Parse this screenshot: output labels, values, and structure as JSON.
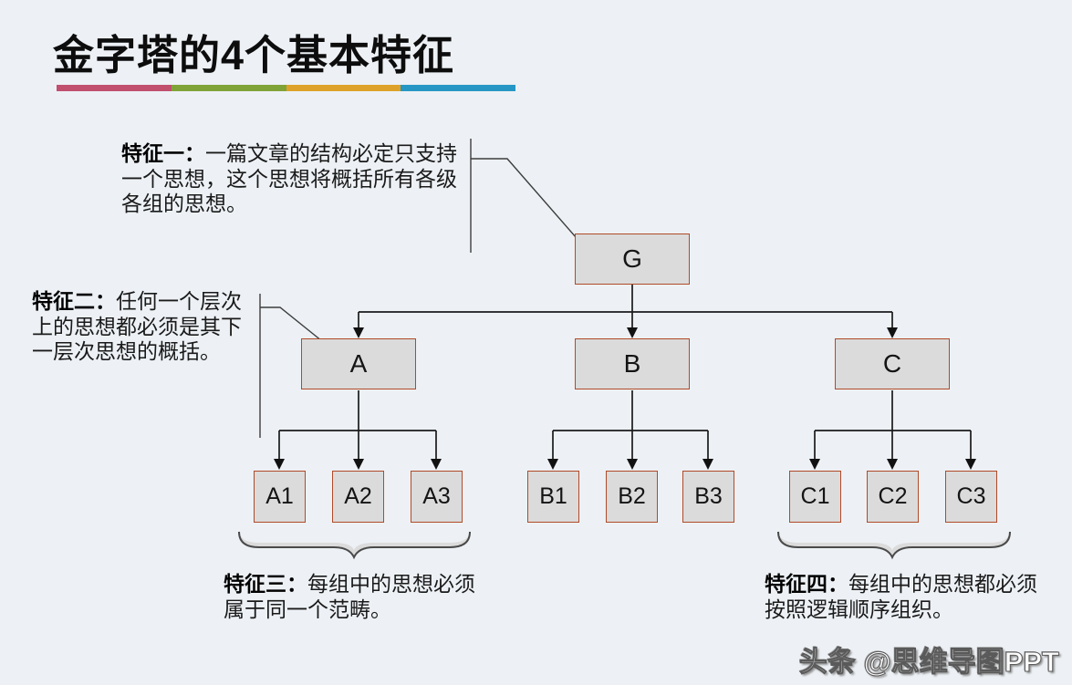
{
  "slide": {
    "title": "金字塔的4个基本特征",
    "watermark": "头条 @思维导图PPT"
  },
  "accent_bar": {
    "colors": [
      "#C0506E",
      "#80A338",
      "#DEA22A",
      "#2697C5"
    ]
  },
  "features": {
    "one": {
      "label": "特征一：",
      "text": "一篇文章的结构必定只支持一个思想，这个思想将概括所有各级各组的思想。"
    },
    "two": {
      "label": "特征二：",
      "text": "任何一个层次上的思想都必须是其下一层次思想的概括。"
    },
    "three": {
      "label": "特征三：",
      "text": "每组中的思想必须属于同一个范畴。"
    },
    "four": {
      "label": "特征四：",
      "text": "每组中的思想都必须按照逻辑顺序组织。"
    }
  },
  "pyramid": {
    "root": "G",
    "level2": {
      "a": "A",
      "b": "B",
      "c": "C"
    },
    "level3": {
      "a1": "A1",
      "a2": "A2",
      "a3": "A3",
      "b1": "B1",
      "b2": "B2",
      "b3": "B3",
      "c1": "C1",
      "c2": "C2",
      "c3": "C3"
    }
  },
  "colors": {
    "background": "#EDF1F5",
    "box_fill": "#DBDBDB",
    "box_border": "#B04A28",
    "connector": "#1A1A1A",
    "annotation_line": "#3D3D3D",
    "brace_fill": "#DBDBDB",
    "brace_stroke": "#4A4A4A",
    "title_text": "#0D0D0D"
  }
}
